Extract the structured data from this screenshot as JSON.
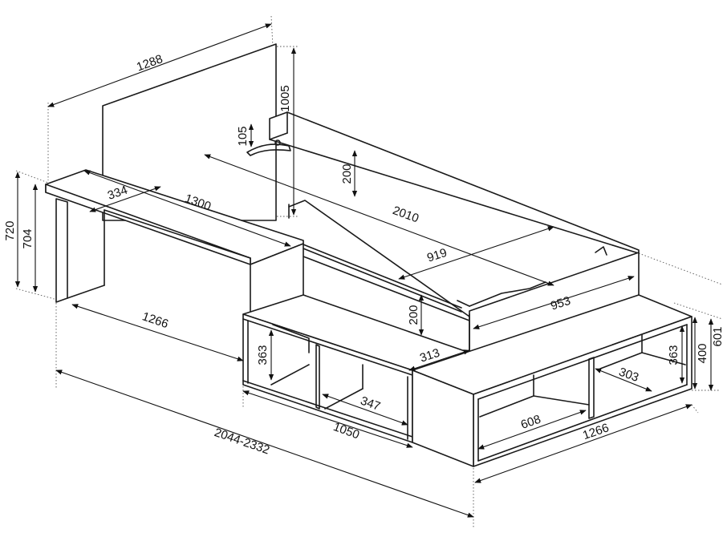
{
  "colors": {
    "line": "#1a1a1a",
    "background": "#ffffff"
  },
  "dimensions": {
    "headboard_width": "1288",
    "headboard_height": "1005",
    "panel_offset": "105",
    "rail_height": "200",
    "bed_length": "2010",
    "desk_depth": "334",
    "desk_length": "1300",
    "desk_height": "720",
    "desk_inner_height": "704",
    "desk_base": "1266",
    "inner_width": "919",
    "step_rail": "200",
    "footboard_width": "953",
    "step_depth": "313",
    "compartment_height_left": "363",
    "compartment_width_left": "347",
    "box_length": "1050",
    "overall_length": "2044-2332",
    "compartment_height_right": "363",
    "compartment_width_right": "303",
    "compartment_608": "608",
    "box_width": "1266",
    "box_height": "400",
    "overall_height": "601"
  }
}
